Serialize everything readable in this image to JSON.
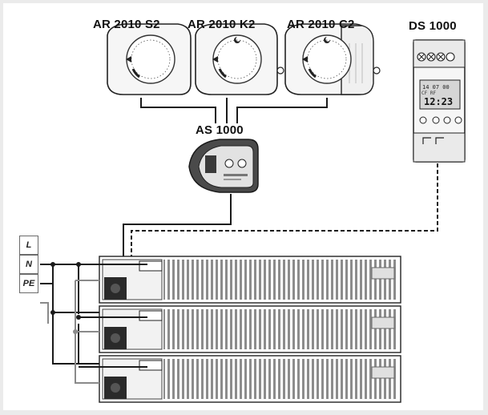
{
  "devices": {
    "thermostat_s2": "AR 2010 S2",
    "thermostat_k2": "AR 2010 K2",
    "thermostat_c2": "AR 2010 C2",
    "timer": "DS 1000",
    "controller": "AS 1000"
  },
  "terminals": [
    "L",
    "N",
    "PE"
  ],
  "timer_display": {
    "days": "14  07  00",
    "time": "12:23",
    "mode": "CF RF"
  },
  "colors": {
    "wire": "#1a1a1a",
    "pe_wire": "#8a8a8a",
    "device_body": "#f4f4f4",
    "controller_body": "#4a4a4a"
  }
}
